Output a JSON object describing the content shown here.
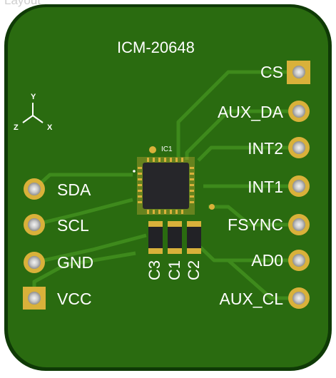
{
  "tab_label": "Layout",
  "board": {
    "title": "ICM-20648",
    "chip_label": "IC1",
    "left_pins": [
      "SDA",
      "SCL",
      "GND",
      "VCC"
    ],
    "right_pins": [
      "CS",
      "AUX_DA",
      "INT2",
      "INT1",
      "FSYNC",
      "AD0",
      "AUX_CL"
    ],
    "capacitors": [
      "C3",
      "C1",
      "C2"
    ],
    "axes": {
      "y": "Y",
      "z": "Z",
      "x": "X"
    }
  },
  "colors": {
    "board_green": "#2a6b10",
    "board_edge": "#0f3a06",
    "trace_green": "#3e8a1c",
    "pad_gold": "#d9b13a",
    "chip_black": "#26262a",
    "silkscreen": "#ffffff"
  }
}
